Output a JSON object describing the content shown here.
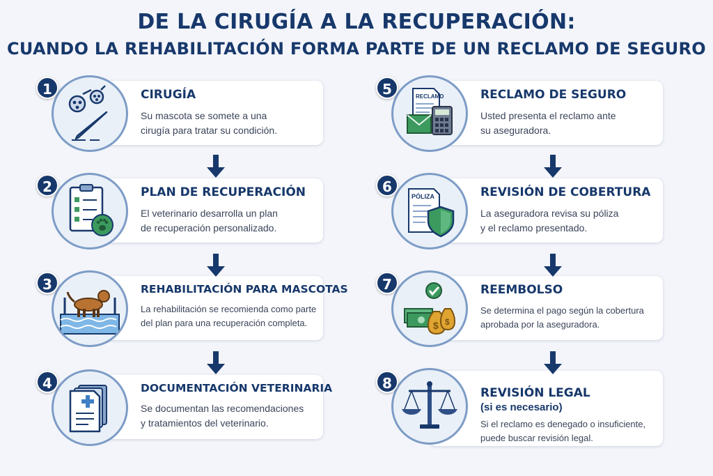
{
  "title_line1": "DE LA CIRUGÍA A LA RECUPERACIÓN:",
  "title_line2": "CUANDO LA REHABILITACIÓN FORMA PARTE DE UN RECLAMO DE SEGURO",
  "colors": {
    "navy": "#17386b",
    "accent_blue": "#3f7fc4",
    "green": "#3c9a5f",
    "gold": "#e0a431",
    "background": "#f3f5fa"
  },
  "steps": [
    {
      "number": "1",
      "title": "CIRUGÍA",
      "desc1": "Su mascota se somete a una",
      "desc2": "cirugía para tratar su condición.",
      "icon": "surgery-tools-icon"
    },
    {
      "number": "2",
      "title": "PLAN DE RECUPERACIÓN",
      "desc1": "El veterinario desarrolla un plan",
      "desc2": "de recuperación personalizado.",
      "icon": "clipboard-paw-icon"
    },
    {
      "number": "3",
      "title": "REHABILITACIÓN PARA MASCOTAS",
      "desc1": "La rehabilitación se recomienda como parte",
      "desc2": "del plan para una recuperación completa.",
      "icon": "dog-hydrotherapy-icon"
    },
    {
      "number": "4",
      "title": "DOCUMENTACIÓN VETERINARIA",
      "desc1": "Se documentan las recomendaciones",
      "desc2": "y tratamientos del veterinario.",
      "icon": "medical-documents-icon"
    },
    {
      "number": "5",
      "title": "RECLAMO DE SEGURO",
      "desc1": "Usted presenta el reclamo ante",
      "desc2": "su aseguradora.",
      "icon": "claim-calculator-icon",
      "icon_label": "RECLAMO"
    },
    {
      "number": "6",
      "title": "REVISIÓN DE COBERTURA",
      "desc1": "La aseguradora revisa su póliza",
      "desc2": "y el reclamo presentado.",
      "icon": "policy-shield-icon",
      "icon_label": "PÓLIZA"
    },
    {
      "number": "7",
      "title": "REEMBOLSO",
      "desc1": "Se determina el pago según la cobertura",
      "desc2": "aprobada por la aseguradora.",
      "icon": "money-bags-icon",
      "icon_label": "$"
    },
    {
      "number": "8",
      "title": "REVISIÓN LEGAL",
      "subtitle": "(si es necesario)",
      "desc1": "Si el reclamo es denegado o insuficiente,",
      "desc2": "puede buscar revisión legal.",
      "icon": "scales-of-justice-icon"
    }
  ]
}
